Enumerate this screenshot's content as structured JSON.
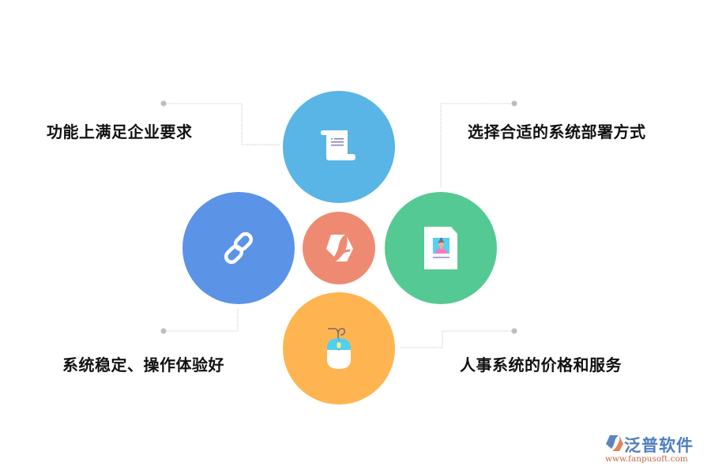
{
  "diagram": {
    "colors": {
      "top": "#58b5e5",
      "left": "#5b93e6",
      "center": "#ee8a72",
      "right": "#55c993",
      "bottom": "#feb551",
      "connector": "#cccccc",
      "dot": "#bdbdbd",
      "text": "#111111"
    },
    "nodes": {
      "top": {
        "icon": "scroll-document-icon",
        "label": "功能上满足企业要求"
      },
      "right": {
        "icon": "id-card-profile-icon",
        "label": "选择合适的系统部署方式"
      },
      "left": {
        "icon": "chain-link-icon",
        "label": "系统稳定、操作体验好"
      },
      "bottom": {
        "icon": "computer-mouse-icon",
        "label": "人事系统的价格和服务"
      },
      "center": {
        "icon": "fanpu-brand-icon"
      }
    }
  },
  "watermark": {
    "brand_name": "泛普软件",
    "url": "www.fanpusoft.com"
  }
}
